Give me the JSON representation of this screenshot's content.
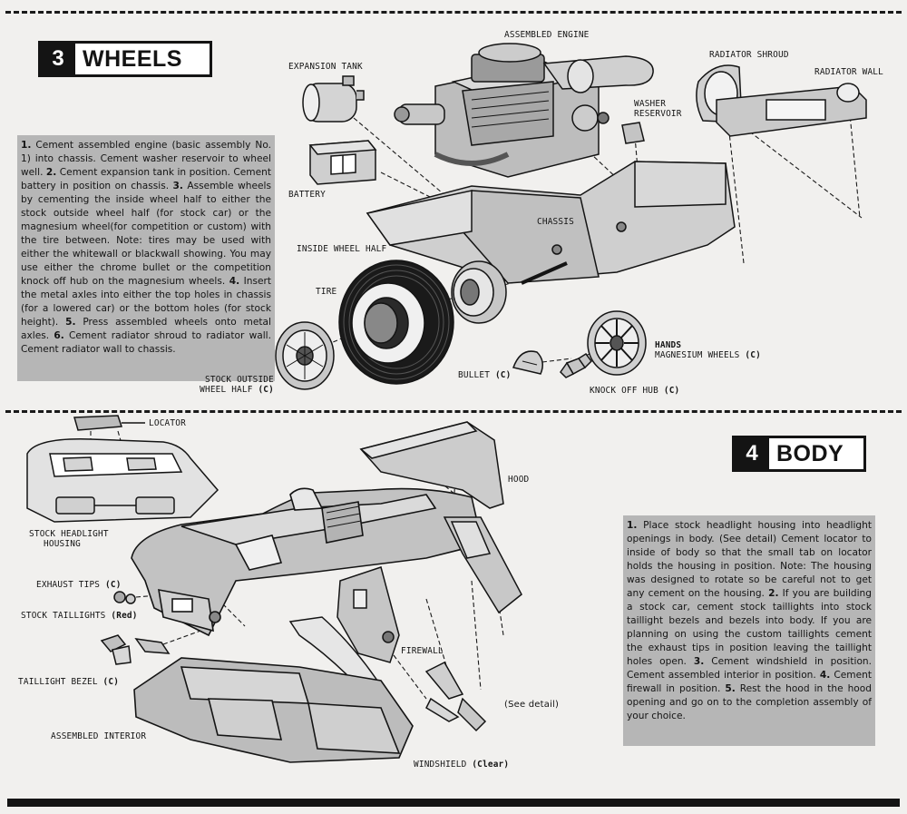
{
  "step3": {
    "number": "3",
    "title": "WHEELS",
    "instructions": [
      {
        "n": "1.",
        "t": " Cement assembled engine (basic assembly No. 1) into chassis. Cement washer reservoir to wheel well. "
      },
      {
        "n": "2.",
        "t": " Cement expansion tank in position. Cement battery in position on chassis. "
      },
      {
        "n": "3.",
        "t": " Assemble wheels by cementing the inside wheel half to either the stock outside wheel half (for stock car) or the magnesium wheel(for competition or custom) with the tire between. Note: tires may be used with either the whitewall or blackwall showing. You may use either the chrome bullet or the competition knock off hub on the magnesium wheels. "
      },
      {
        "n": "4.",
        "t": " Insert the metal axles into either the top holes in chassis (for a lowered car) or the bottom holes (for stock height). "
      },
      {
        "n": "5.",
        "t": " Press assembled wheels onto metal axles. "
      },
      {
        "n": "6.",
        "t": " Cement radiator shroud to radiator wall. Cement radiator wall to chassis."
      }
    ],
    "labels": {
      "assembled_engine": "ASSEMBLED ENGINE",
      "expansion_tank": "EXPANSION TANK",
      "radiator_shroud": "RADIATOR SHROUD",
      "radiator_wall": "RADIATOR WALL",
      "washer_reservoir_1": "WASHER",
      "washer_reservoir_2": "RESERVOIR",
      "battery": "BATTERY",
      "chassis": "CHASSIS",
      "inside_wheel_half": "INSIDE WHEEL HALF",
      "tire": "TIRE",
      "stock_outside_1": "STOCK OUTSIDE",
      "stock_outside_2": "WHEEL HALF",
      "stock_outside_c": "(C)",
      "bullet": "BULLET",
      "bullet_c": "(C)",
      "hands": "HANDS",
      "magnesium": "MAGNESIUM WHEELS",
      "magnesium_c": "(C)",
      "knock_off": "KNOCK OFF HUB",
      "knock_off_c": "(C)"
    }
  },
  "step4": {
    "number": "4",
    "title": "BODY",
    "instructions": [
      {
        "n": "1.",
        "t": " Place stock headlight housing into headlight openings in body. (See detail) Cement locator to inside of body so that the small tab on locator holds the housing in position. Note: The housing was designed to rotate so be careful not to get any cement on the housing. "
      },
      {
        "n": "2.",
        "t": " If you are building a stock car, cement stock taillights into stock taillight bezels and bezels into body. If you are planning on using the custom taillights cement the exhaust tips in position leaving the taillight holes open. "
      },
      {
        "n": "3.",
        "t": " Cement windshield in position. Cement assembled interior in position. "
      },
      {
        "n": "4.",
        "t": " Cement firewall in position. "
      },
      {
        "n": "5.",
        "t": " Rest the hood in the hood opening and go on to the completion assembly of your choice."
      }
    ],
    "labels": {
      "locator": "LOCATOR",
      "hood": "HOOD",
      "stock_headlight_1": "STOCK HEADLIGHT",
      "stock_headlight_2": "HOUSING",
      "exhaust_tips": "EXHAUST TIPS",
      "exhaust_tips_c": "(C)",
      "stock_taillights": "STOCK TAILLIGHTS",
      "stock_taillights_red": "(Red)",
      "firewall": "FIREWALL",
      "taillight_bezel": "TAILLIGHT BEZEL",
      "taillight_bezel_c": "(C)",
      "see_detail": "(See detail)",
      "assembled_interior": "ASSEMBLED INTERIOR",
      "windshield": "WINDSHIELD",
      "windshield_clear": "(Clear)"
    }
  }
}
